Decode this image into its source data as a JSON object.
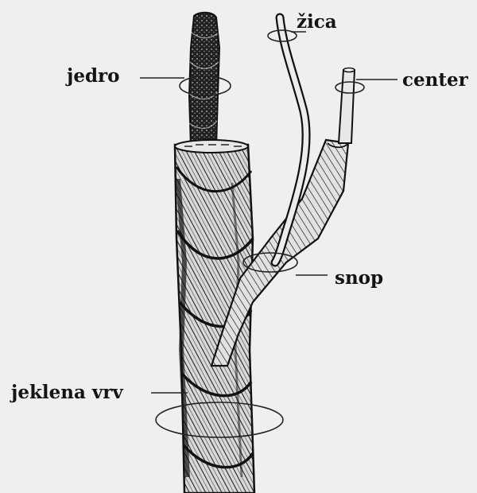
{
  "labels": {
    "wire": "žica",
    "core": "jedro",
    "center": "center",
    "strand": "snop",
    "steel_rope": "jeklena vrv"
  },
  "colors": {
    "background": "#efefef",
    "ink": "#141414",
    "strand_fill": "#d6d6d6",
    "wire_fill": "#e8e8e8"
  }
}
